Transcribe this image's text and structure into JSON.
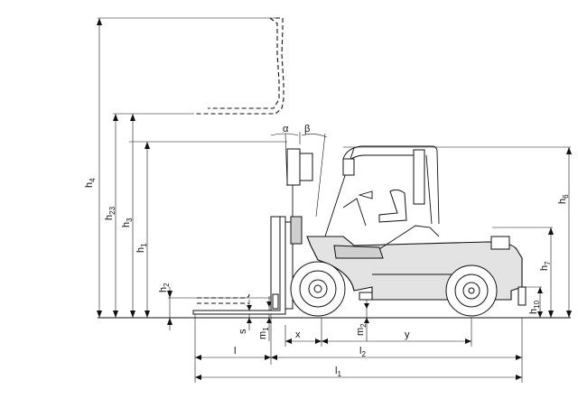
{
  "diagram": {
    "labels": {
      "h4": {
        "main": "h",
        "sub": "4"
      },
      "h23": {
        "main": "h",
        "sub": "23"
      },
      "h3": {
        "main": "h",
        "sub": "3"
      },
      "h1": {
        "main": "h",
        "sub": "1"
      },
      "h2": {
        "main": "h",
        "sub": "2"
      },
      "h6": {
        "main": "h",
        "sub": "6"
      },
      "h7": {
        "main": "h",
        "sub": "7"
      },
      "h10": {
        "main": "h",
        "sub": "10"
      },
      "s": {
        "main": "s"
      },
      "m1": {
        "main": "m",
        "sub": "1"
      },
      "m2": {
        "main": "m",
        "sub": "2"
      },
      "x": {
        "main": "x"
      },
      "y": {
        "main": "y"
      },
      "l": {
        "main": "l"
      },
      "l1": {
        "main": "l",
        "sub": "1"
      },
      "l2": {
        "main": "l",
        "sub": "2"
      },
      "alpha": {
        "main": "α"
      },
      "beta": {
        "main": "β"
      }
    },
    "colors": {
      "line": "#111111",
      "body_fill": "#e3e3e3",
      "background": "#ffffff"
    }
  }
}
